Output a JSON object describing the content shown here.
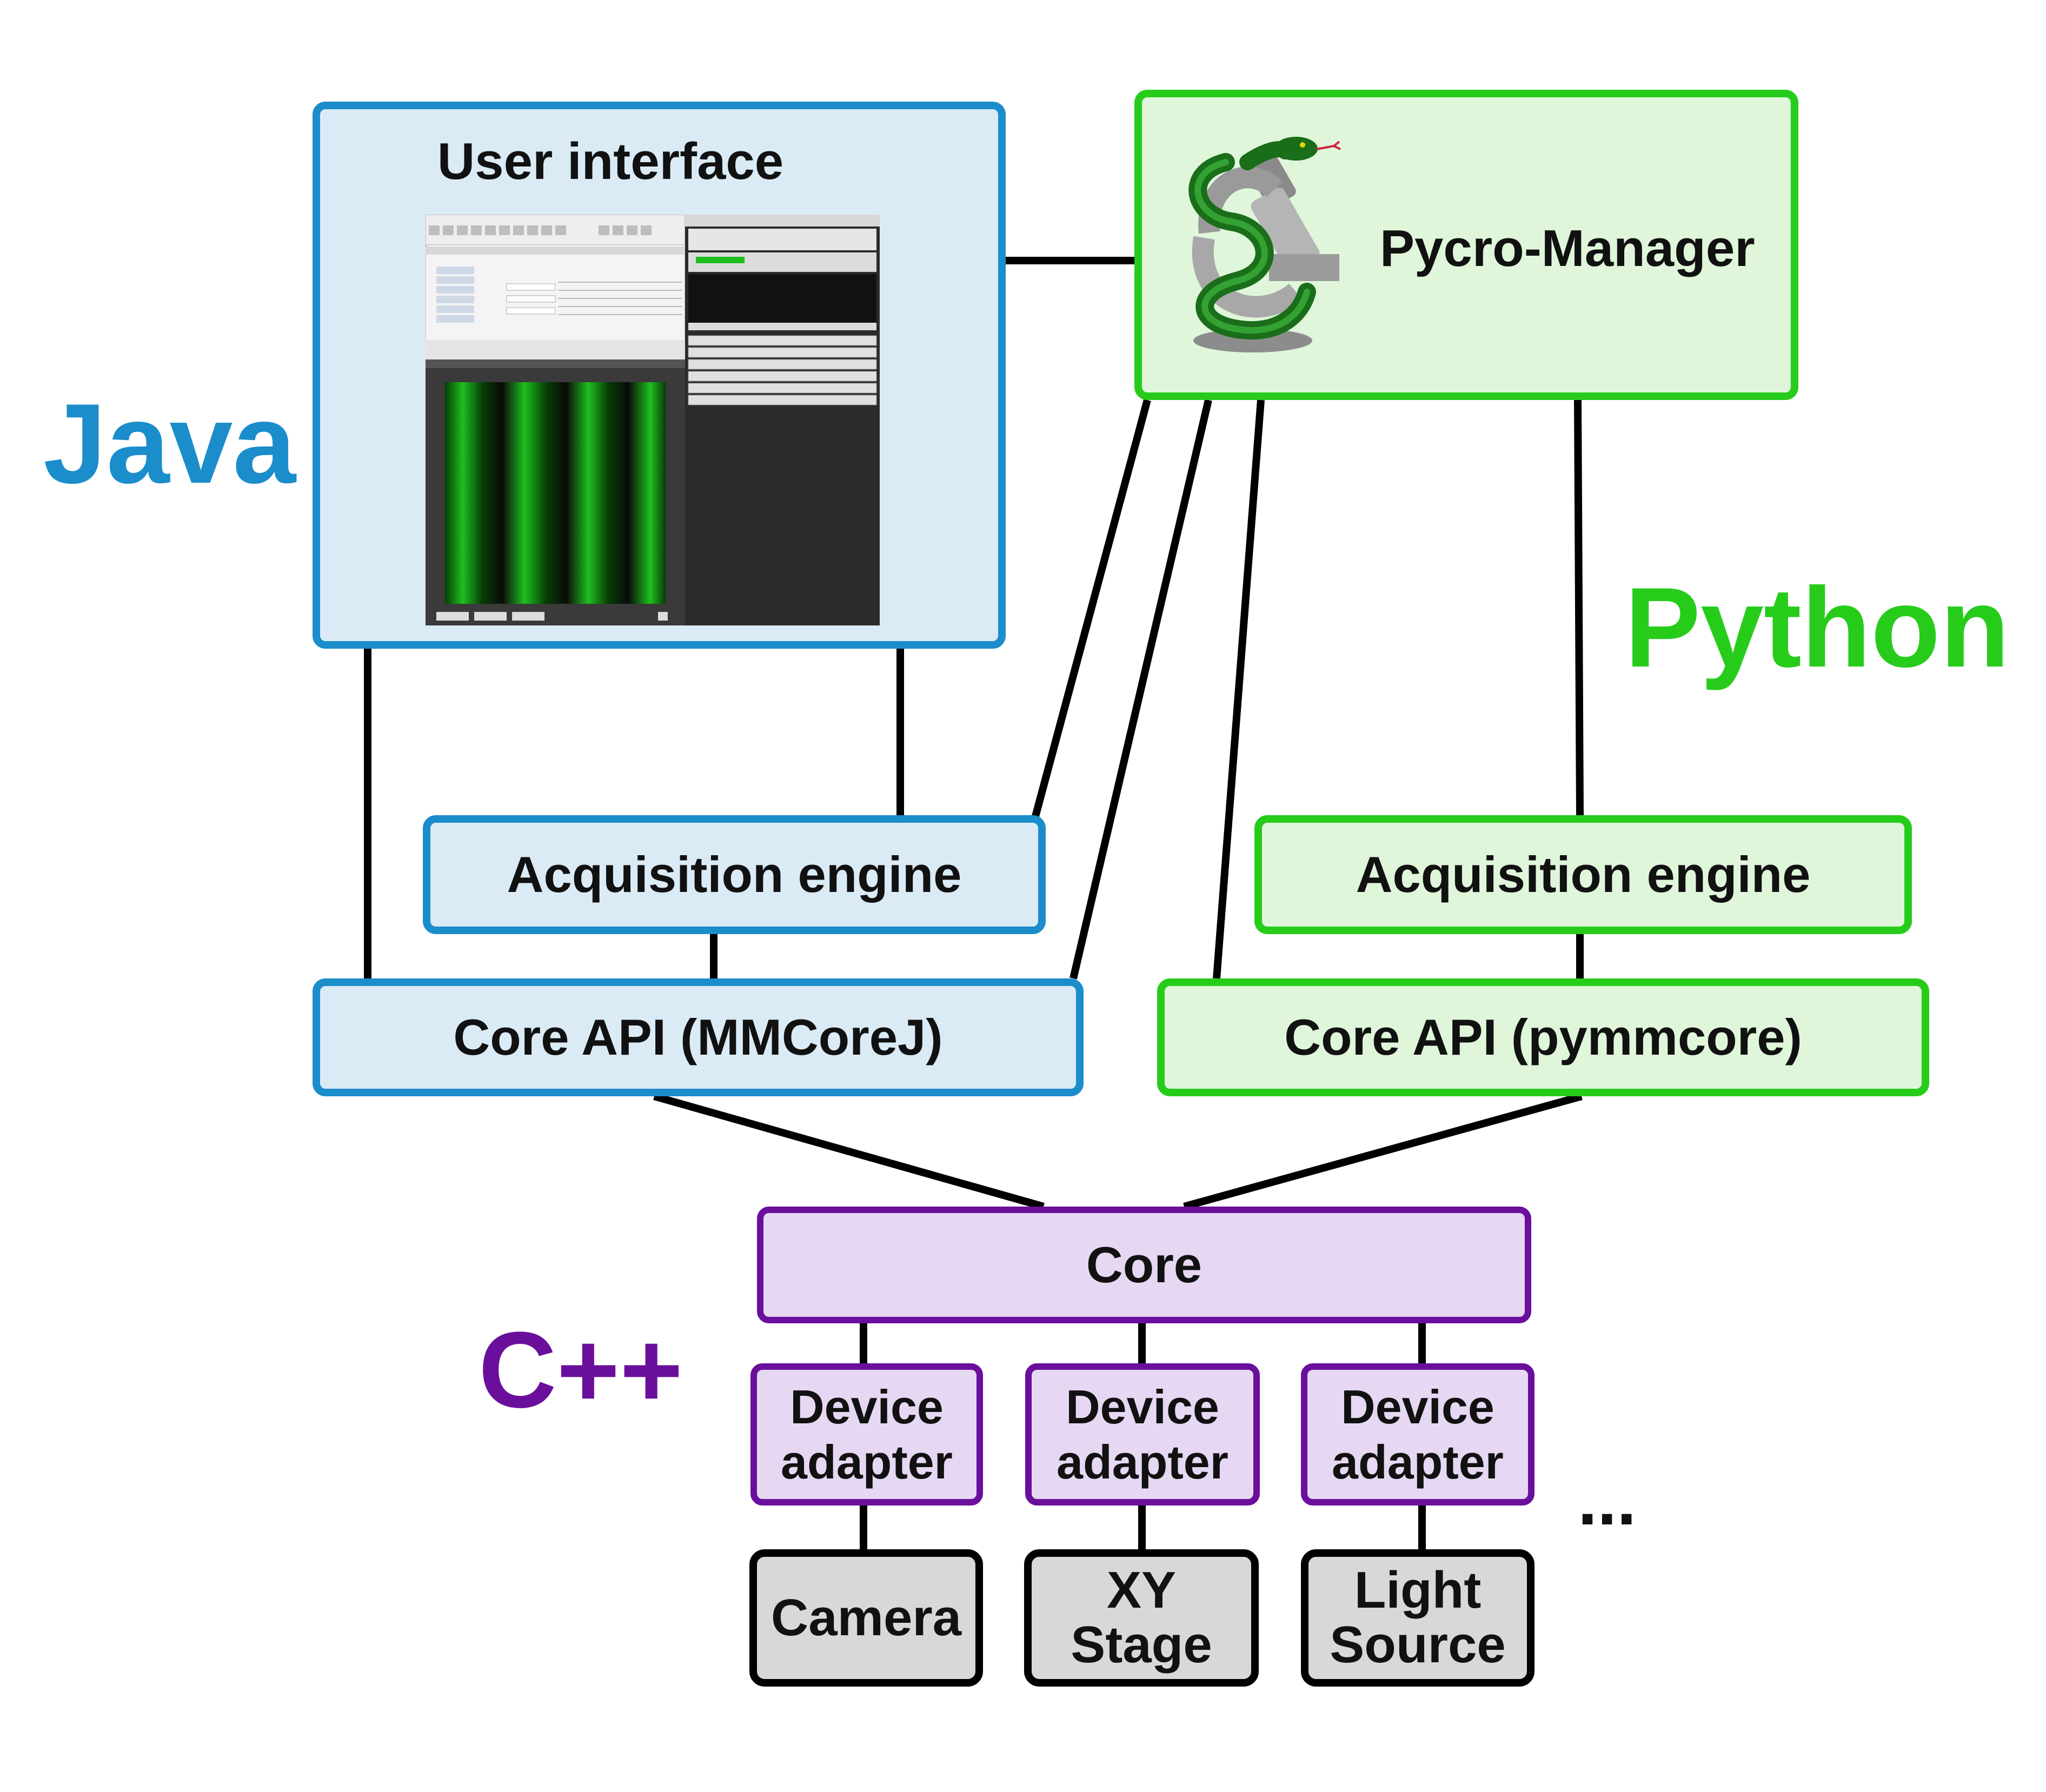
{
  "colors": {
    "java": "#1b8dca",
    "java_fill": "#daebf6",
    "python": "#27cc1b",
    "python_fill": "#dff6da",
    "cpp": "#6a0f9c",
    "cpp_fill": "#e6d8f2",
    "hardware_fill": "#d8d8d8"
  },
  "languages": {
    "java": "Java",
    "python": "Python",
    "cpp": "C++"
  },
  "java_side": {
    "ui_title": "User interface",
    "acquisition_engine": "Acquisition engine",
    "core_api": "Core API (MMCoreJ)"
  },
  "python_side": {
    "pycro_manager": "Pycro-Manager",
    "acquisition_engine": "Acquisition engine",
    "core_api": "Core API (pymmcore)"
  },
  "cpp_side": {
    "core": "Core",
    "device_adapters": [
      {
        "line1": "Device",
        "line2": "adapter"
      },
      {
        "line1": "Device",
        "line2": "adapter"
      },
      {
        "line1": "Device",
        "line2": "adapter"
      }
    ],
    "devices": [
      {
        "line1": "Camera",
        "line2": ""
      },
      {
        "line1": "XY",
        "line2": "Stage"
      },
      {
        "line1": "Light",
        "line2": "Source"
      }
    ],
    "ellipsis": "..."
  },
  "icons": {
    "ui_screenshot": "micro-manager-ui-screenshot",
    "pycro_logo": "snake-microscope-logo"
  }
}
